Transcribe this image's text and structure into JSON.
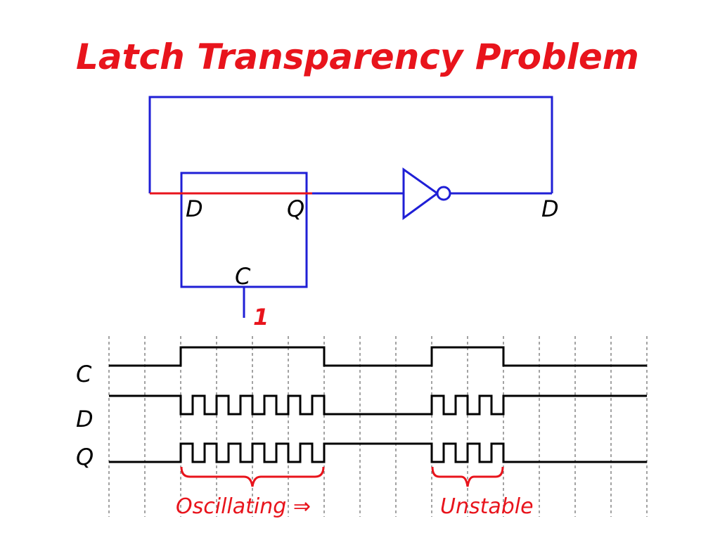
{
  "slide": {
    "title": "Latch Transparency Problem"
  },
  "circuit": {
    "latch_d_label": "D",
    "latch_q_label": "Q",
    "latch_c_label": "C",
    "c_input_value": "1",
    "inverter_output_label": "D"
  },
  "timing": {
    "signals": [
      {
        "name": "C"
      },
      {
        "name": "D"
      },
      {
        "name": "Q"
      }
    ],
    "annotations": {
      "oscillating": "Oscillating ⇒",
      "unstable": "Unstable"
    }
  },
  "colors": {
    "title": "#e8141c",
    "circuit": "#1f1fd6",
    "feedback_highlight": "#e8141c",
    "waveform": "#000000",
    "annotation": "#e8141c",
    "grid": "#666666"
  }
}
